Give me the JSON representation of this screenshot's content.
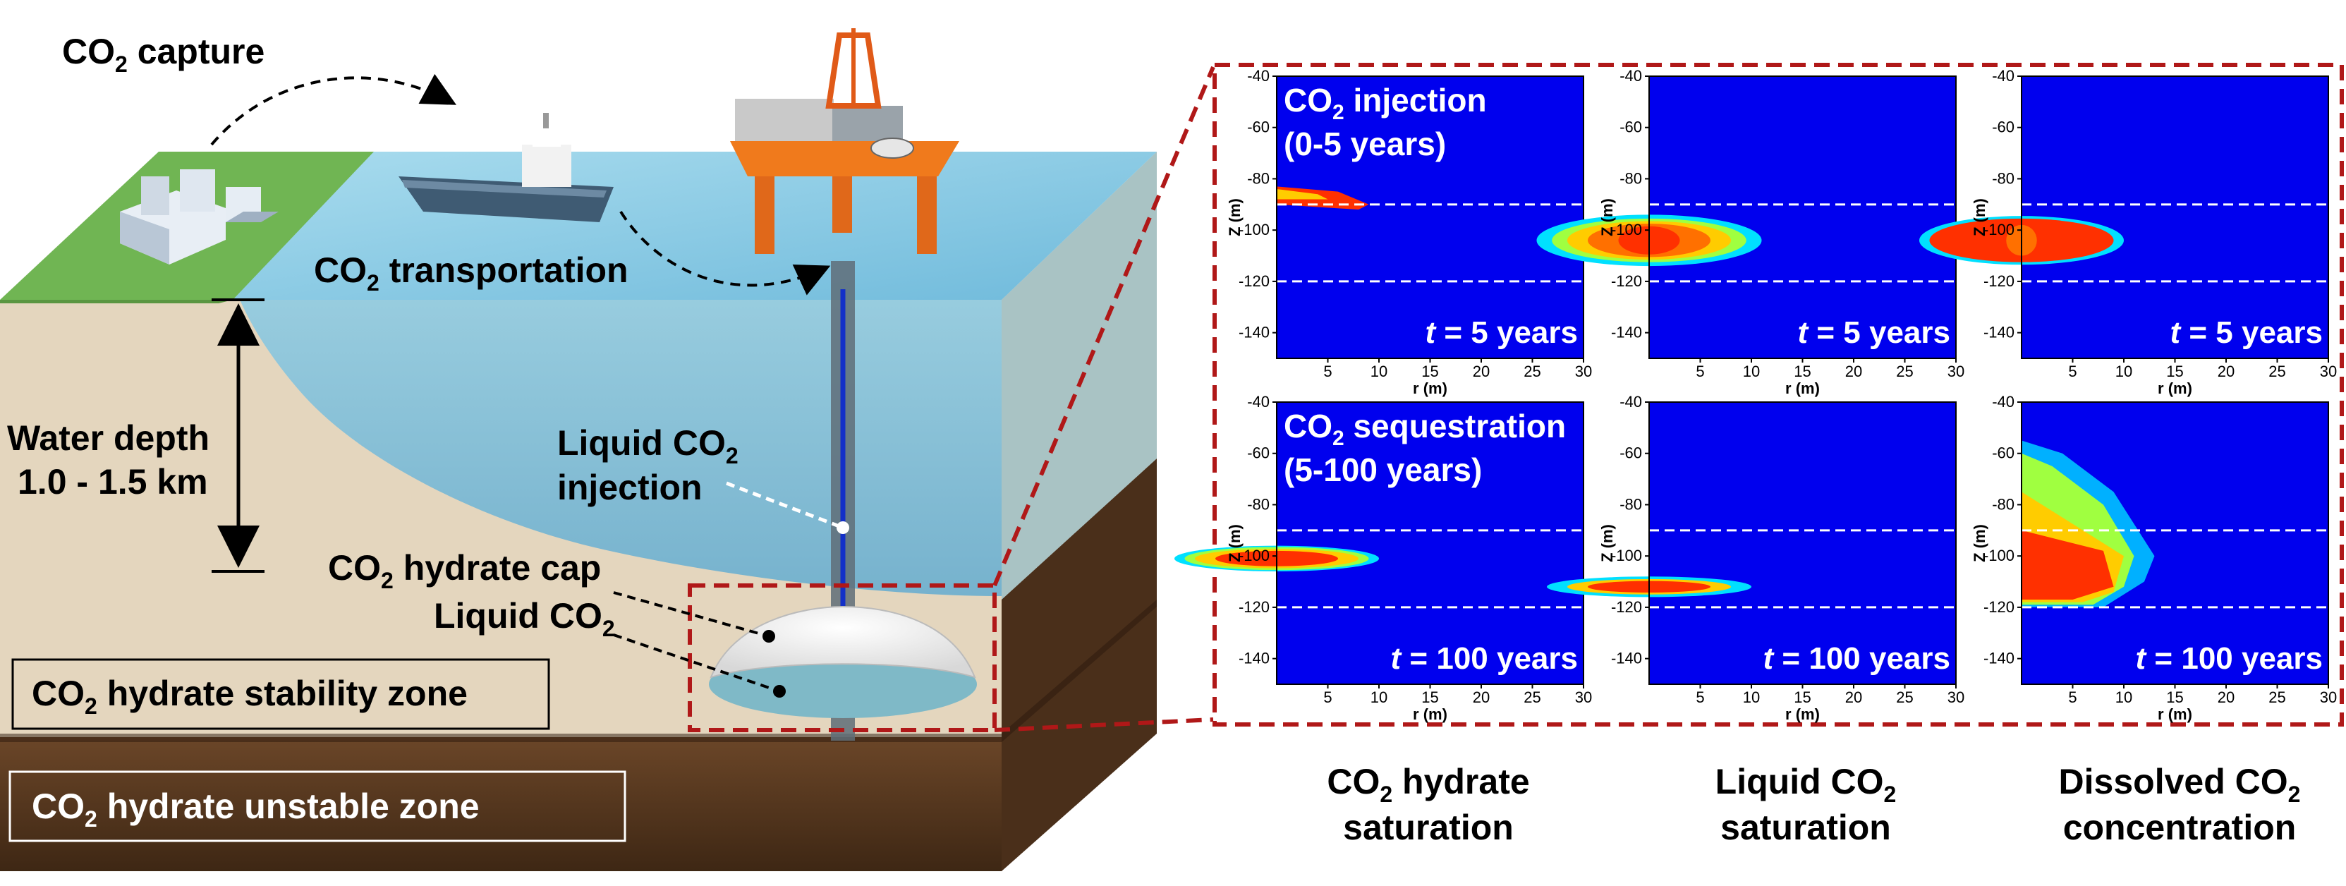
{
  "left_diagram": {
    "co2_capture": {
      "pre": "CO",
      "sub": "2",
      "post": " capture"
    },
    "co2_transport": {
      "pre": "CO",
      "sub": "2",
      "post": " transportation"
    },
    "water_depth_line1": "Water depth",
    "water_depth_line2": "1.0 - 1.5 km",
    "liquid_injection_line1": {
      "pre": "Liquid CO",
      "sub": "2"
    },
    "liquid_injection_line2": "injection",
    "hydrate_cap": {
      "pre": "CO",
      "sub": "2",
      "post": " hydrate cap"
    },
    "liquid_co2": {
      "pre": "Liquid CO",
      "sub": "2"
    },
    "stability_zone": {
      "pre": "CO",
      "sub": "2",
      "post": " hydrate stability zone"
    },
    "unstable_zone": {
      "pre": "CO",
      "sub": "2",
      "post": " hydrate unstable zone"
    }
  },
  "panels": {
    "row_labels": [
      {
        "line1_pre": "CO",
        "line1_sub": "2",
        "line1_post": " injection",
        "line2": "(0-5 years)"
      },
      {
        "line1_pre": "CO",
        "line1_sub": "2",
        "line1_post": " sequestration",
        "line2": "(5-100 years)"
      }
    ],
    "time_labels": [
      {
        "t": "t",
        "rest": " = 5 years"
      },
      {
        "t": "t",
        "rest": " = 100 years"
      }
    ],
    "column_titles": [
      {
        "line1_pre": "CO",
        "line1_sub": "2",
        "line1_post": " hydrate",
        "line2": "saturation"
      },
      {
        "line1_pre": "Liquid CO",
        "line1_sub": "2",
        "line1_post": "",
        "line2": "saturation"
      },
      {
        "line1_pre": "Dissolved CO",
        "line1_sub": "2",
        "line1_post": "",
        "line2": "concentration"
      }
    ],
    "y_axis_label": "Z (m)",
    "x_axis_label": "r (m)",
    "y_ticks": [
      "-40",
      "-60",
      "-80",
      "-100",
      "-120",
      "-140"
    ],
    "x_ticks": [
      "5",
      "10",
      "15",
      "20",
      "25",
      "30"
    ]
  },
  "colors": {
    "sea": "#7fc3dc",
    "sand": "#e3d5bd",
    "soil": "#5b3a22",
    "grass": "#6fb552",
    "dash_red": "#b01818",
    "panel_bg": "#0000ee"
  }
}
